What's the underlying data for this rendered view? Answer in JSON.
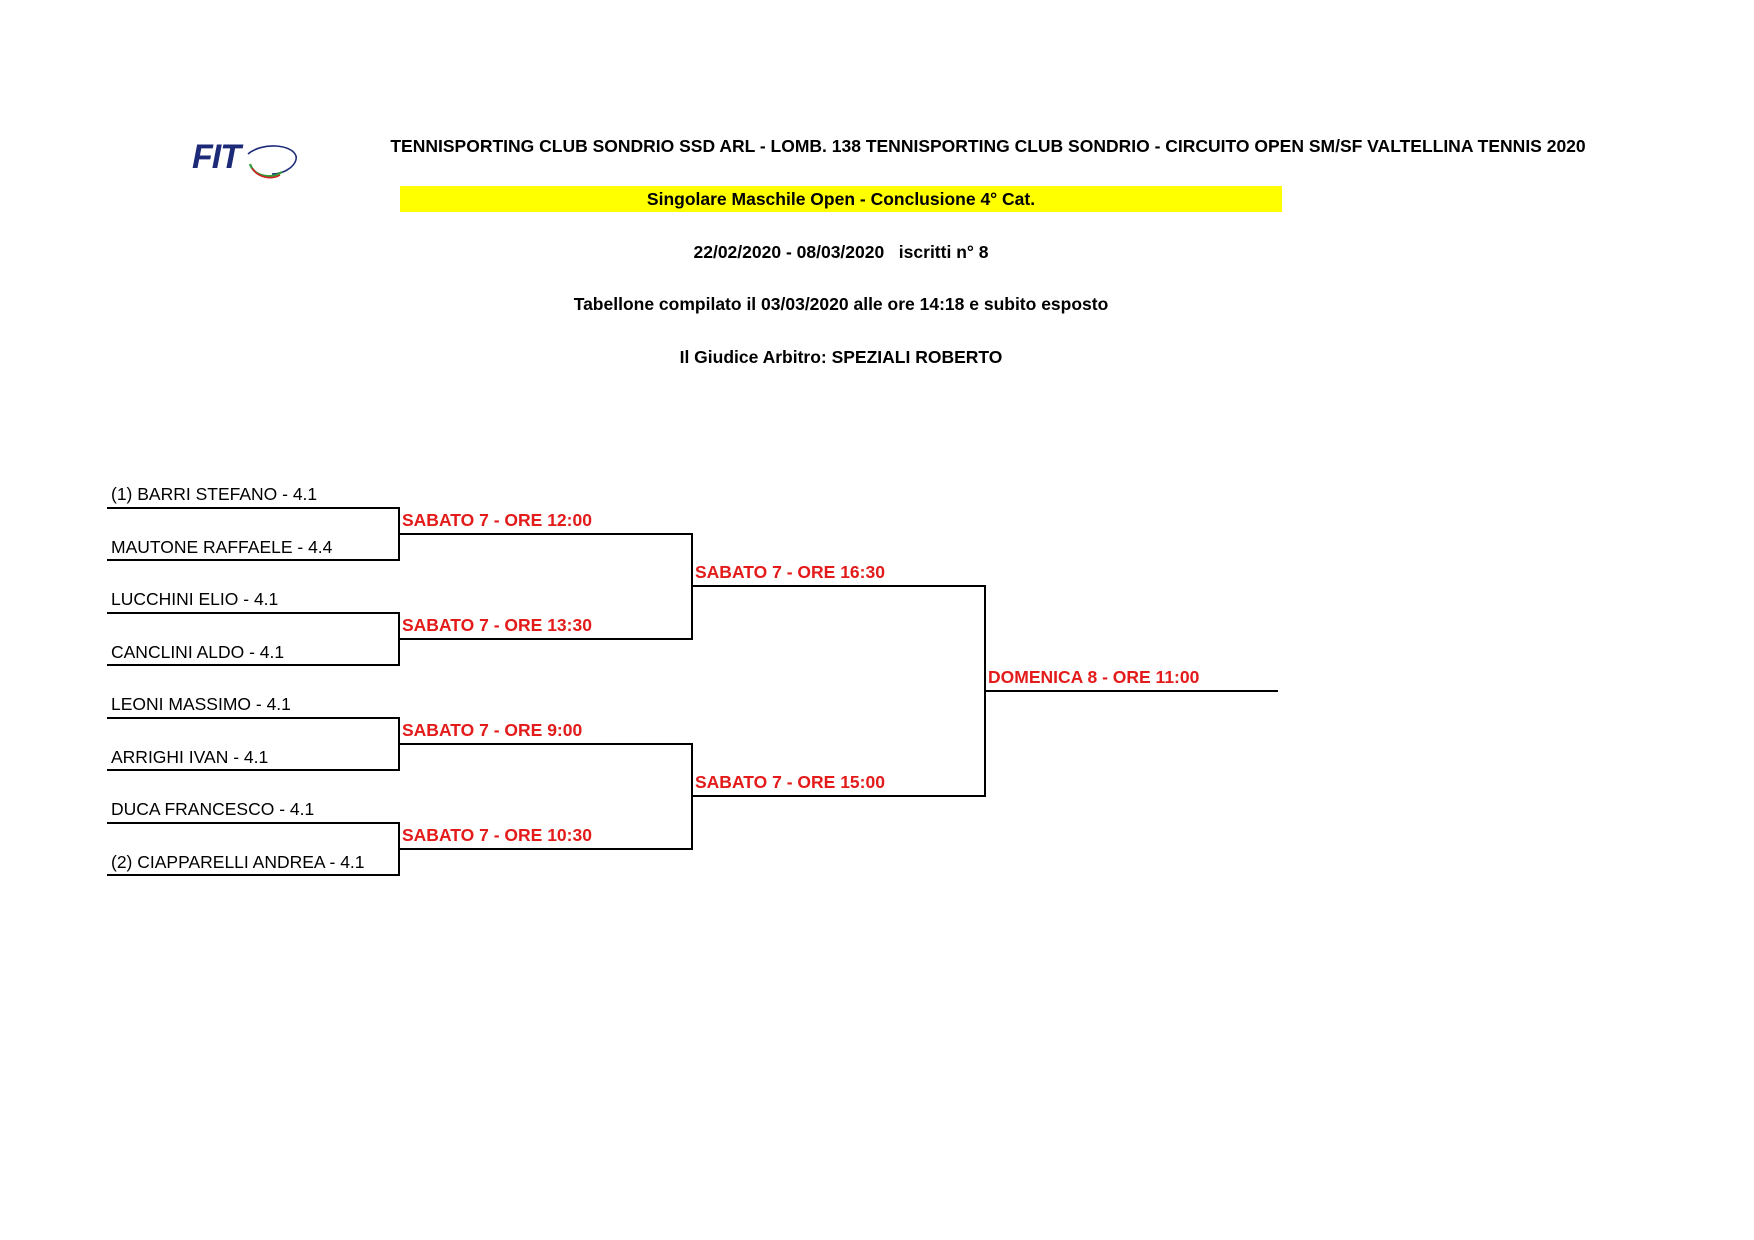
{
  "header": {
    "logo_text": "FIT",
    "title": "TENNISPORTING CLUB SONDRIO SSD ARL - LOMB. 138 TENNISPORTING CLUB SONDRIO - CIRCUITO OPEN SM/SF VALTELLINA TENNIS 2020",
    "banner": "Singolare Maschile Open - Conclusione 4° Cat.",
    "dates": "22/02/2020 - 08/03/2020   iscritti n° 8",
    "compiled": "Tabellone compilato il 03/03/2020 alle ore 14:18 e subito esposto",
    "referee": "Il Giudice Arbitro: SPEZIALI ROBERTO"
  },
  "colors": {
    "banner_bg": "#ffff00",
    "match_text": "#e31b1b",
    "logo_blue": "#1c2a78"
  },
  "bracket": {
    "players": [
      "(1) BARRI STEFANO - 4.1",
      "MAUTONE RAFFAELE - 4.4",
      "LUCCHINI ELIO - 4.1",
      "CANCLINI ALDO - 4.1",
      "LEONI MASSIMO - 4.1",
      "ARRIGHI IVAN - 4.1",
      "DUCA FRANCESCO - 4.1",
      "(2) CIAPPARELLI ANDREA - 4.1"
    ],
    "round1": [
      "SABATO 7 - ORE 12:00",
      "SABATO 7 - ORE 13:30",
      "SABATO 7 - ORE 9:00",
      "SABATO 7 - ORE 10:30"
    ],
    "semis": [
      "SABATO 7 - ORE 16:30",
      "SABATO 7 - ORE 15:00"
    ],
    "final": "DOMENICA 8 - ORE 11:00"
  }
}
